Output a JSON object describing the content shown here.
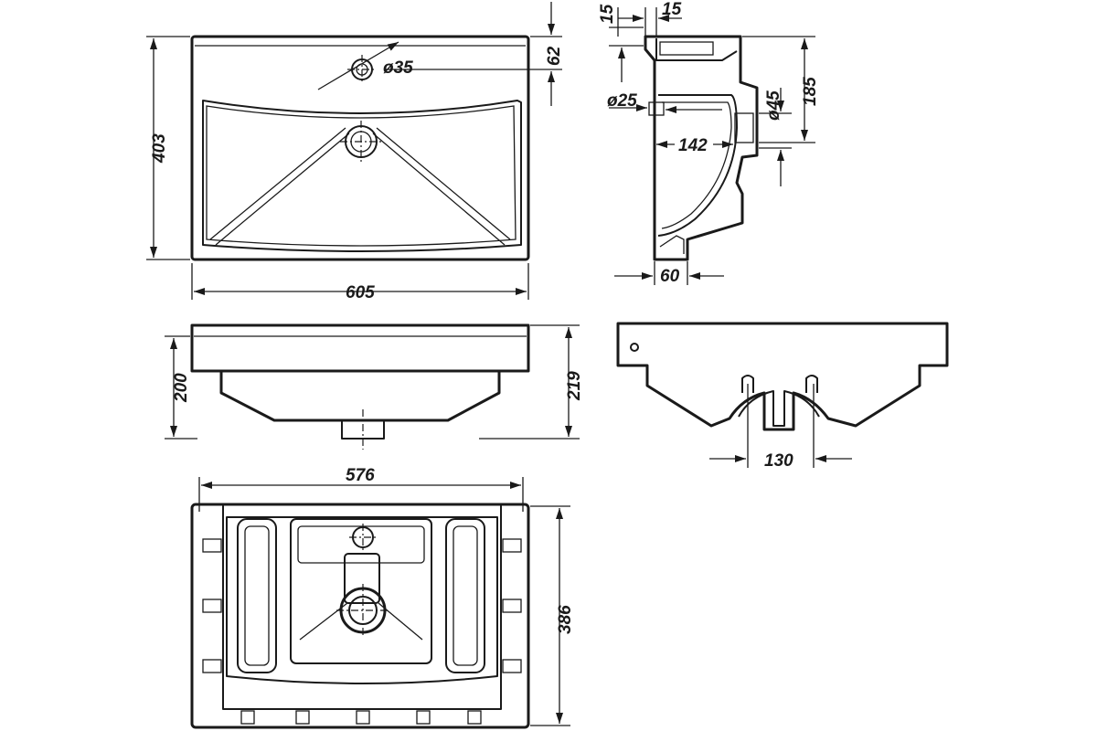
{
  "dimensions": {
    "top_width": "605",
    "top_depth": "403",
    "tap_hole_dia": "ø35",
    "tap_hole_offset": "62",
    "side_top_15a": "15",
    "side_top_15b": "15",
    "side_height_185": "185",
    "side_dia_45": "ø45",
    "side_dia_25": "ø25",
    "side_depth_142": "142",
    "side_base_60": "60",
    "front_height_200": "200",
    "front_height_219": "219",
    "back_spacing_130": "130",
    "bottom_width_576": "576",
    "bottom_depth_386": "386"
  }
}
